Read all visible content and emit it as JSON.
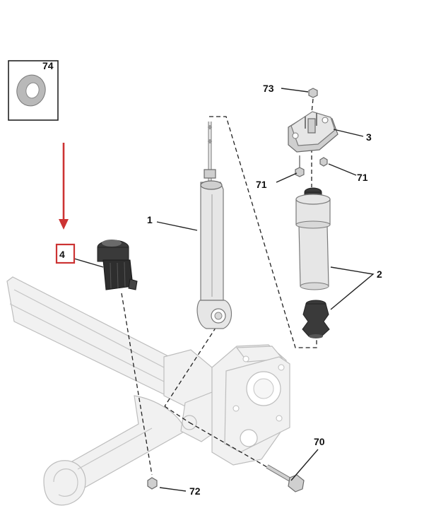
{
  "callouts": {
    "c1": "1",
    "c2": "2",
    "c3": "3",
    "c4": "4",
    "c70": "70",
    "c71a": "71",
    "c71b": "71",
    "c72": "72",
    "c73": "73",
    "c74": "74"
  },
  "colors": {
    "highlight": "#cc3333",
    "arrow": "#cc3333",
    "ghost_axle": "#f1f1f1",
    "part_fill": "#e6e6e6",
    "rubber_dark": "#3a3a3a"
  }
}
